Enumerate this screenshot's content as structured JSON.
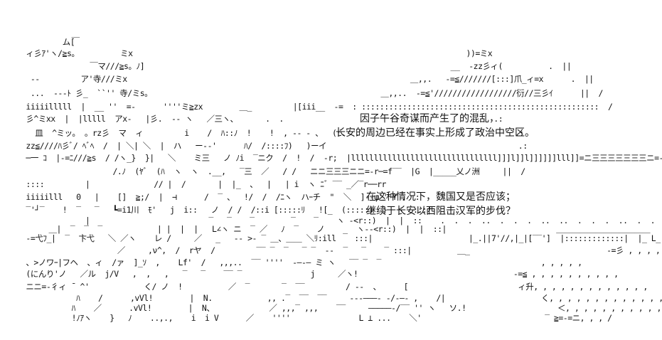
{
  "art_lines": [
    "           ＿",
    "         ム[",
    " ィ彡ｱ'ヽ/≧s。         ミx                                                                         ))=ミx",
    "               ￣マ///≧s。ﾉ]                                                                   __  -zz彡ィ(          .  ||",
    "  --         ア'寺///ミx                                                              ＿,,.   -=≦///////[:::]爪_ィ=x      .  ||",
    "  ...  ---ﾄ 彡_  ``'' 寺/ミs。                                                  ＿,,..  -=≦'//////////////////衍//三彡ｲ      ||  /",
    " iiiiilllll  |  __ ''  =-      ''''ミ≧zx        ＿_         |[iii__  -=  : ::::::::::::::::::::::::::::::::::::::::::::::::::::  /",
    " 彡^ミxx  |  |lllll  アx-   |彡.  -- ヽ   ／三ヽ、      .  .                                              .:",
    "   皿  ^ミッ。 。rz彡  マ  ィ         i    /  ﾊ::ﾉ  !    !  , -- - 、  (r.  .                                  .:",
    " zz≦////ﾊ彡ﾞ/ ﾍﾞﾍ  /  | ＼| ＼  |  ハ   ー--'      ﾊ/  /::::ﾌ)   )ーイ                                          .:",
    " ─一 ｺ  |-=ﾆ///≧s  / /ヽ_}  }|   ＼    ミ三   ノ ﾉi  ‾ニク  /  !  /  -r;  |llllllllllllllllllllllllllllllll]]]l]]l]]]]]]lll]]=ニ三三三三三三三ニ=-r彡ｲ      ||  /",
    "                    /.ﾉ  (ﾔﾞ  (ﾊ  ヽ  ヽ  .__,   ‾三  ／   / /   ニニ三三三ニニ=-r─=f‾‾  |G  |_____乂ノ洲     ||  /",
    " ::::         |              // |  /       |  |_  、  |   | i  ヽ ﾆﾞ ‾‾ _／‾r──rr",
    " iiiiilll   0   |    []  ≧;/  |  ⊣      /  ‾ 、  !/  /  /ﾆヽ  ハｰチ  \"  ＼  ]--ψ'' Y .  :",
    " ‾'┘‾    !  ‾   ‾   ┗=i1川  ﾓ'   j  i::   ノ  / /  /::i [:::::ﾘ   ![_  (:::::)  }  ヽ  :::|     .    :",
    "              |                          ‾   ‾    ‾        ‾    ‾    ヽ -<r::)  |  |  ::    .  .  .  ..  .  .  .  ..  ..  .  .  .  ..  .  .  .  .  .  .  .",
    "      ＿|  ‾  ‾  ‾            | |  |  |   L∠ヽ ニ  ‾ ／   ﾉ  ‾    ノ    _  ヽ--<r::)  |  |  ::|                        ＿＿＿＿＿＿＿＿＿＿＿＿    ,",
    " -=弋ﾌ_|  ‾  卞弋   ＼ ／ヽ    レ /     ／   _   -- >- ‾ ＿、＿＿ ＼ﾘ:ill    :::|                     |_.||7'//,|_|[‾‾']  |:::::::::::::|  |_ L_ '",
    "                     ／     ,ν^,  /  rヤ  /         ‾‾ ‾  ‾   ‾ ‾  --  ‾   ‾    ‾ :::|          ＿_                              -=彡 , , , , '",
    " 、>ノワｰ|フヘ  、ィ  /ァ  ]_ｿ  ,    Lf'  /   ,,,..  ‾‾ ''''  -―-― ミ ヽ   ‾‾ ‾  ‾                                   , , , , ,",
    " (にんり'ノ   ／ル  j/V   ,  ,   ,   ‾   ‾    ‾‾ ‾               j     ／ヽ!                                  -=≦ , , , , , , , , , ,",
    " ニニ=-彳ィ ̄  ^'            く/ ノ  !          ／  ‾       ‾  ‾‾         / --  、     [                        ィ升, , , , , , , , , , , , ,",
    "            ﾊ    /      ,vVl!        |  N.            ,, .‾  ‾‾  ‾‾     ---―――- -/-―- ,    /|                     く, , , , , , , , , , , , , ,",
    "           ﾊ    ／      .vVl!        |  N、            ／ ,,,‾ ,,,    ‾‾     ―――――-/‾‾ '' ヽ   ソ.!                    ＜, , , , , , , , , , , , ,",
    "           !ﾉｱヽ    }   ﾉ    ..,.,    i  i V      ／    ''''               L ⊥ ...    ＼'                           ‾ ≧=-=ニ, , , /"
  ],
  "caption_top": [
    "因子午谷奇谋而产生了的混乱，",
    "长安的周边已经在事实上形成了政治中空区。"
  ],
  "caption_mid": [
    "在这种情况下，魏国又是否应该；",
    "继续于长安以西阻击汉军的步伐？"
  ]
}
